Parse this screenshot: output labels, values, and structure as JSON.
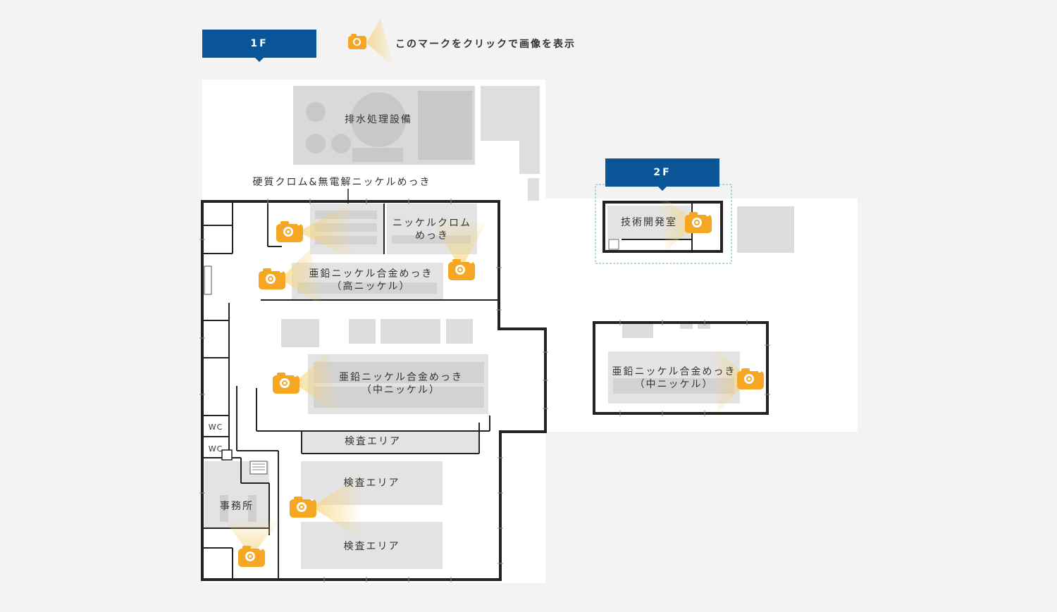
{
  "legend": {
    "camera_icon": "camera-icon",
    "text": "このマークをクリックで画像を表示"
  },
  "floors": {
    "first": {
      "label": "1F"
    },
    "second": {
      "label": "2F"
    }
  },
  "rooms": {
    "wastewater": "排水処理設備",
    "hard_chrome_callout": "硬質クロム&無電解ニッケルめっき",
    "nickel_chrome": "ニッケルクロム\nめっき",
    "zinc_nickel_high": "亜鉛ニッケル合金めっき\n（高ニッケル）",
    "zinc_nickel_mid": "亜鉛ニッケル合金めっき\n（中ニッケル）",
    "inspection_1": "検査エリア",
    "inspection_2": "検査エリア",
    "inspection_3": "検査エリア",
    "wc_1": "WC",
    "wc_2": "WC",
    "office": "事務所",
    "rd_room": "技術開発室",
    "annex_zinc_nickel_mid": "亜鉛ニッケル合金めっき\n（中ニッケル）"
  },
  "colors": {
    "floor_tab": "#0a5598",
    "camera": "#f5a623",
    "equipment": "#d9d9d9",
    "wall": "#222222",
    "background": "#f3f3f3"
  }
}
